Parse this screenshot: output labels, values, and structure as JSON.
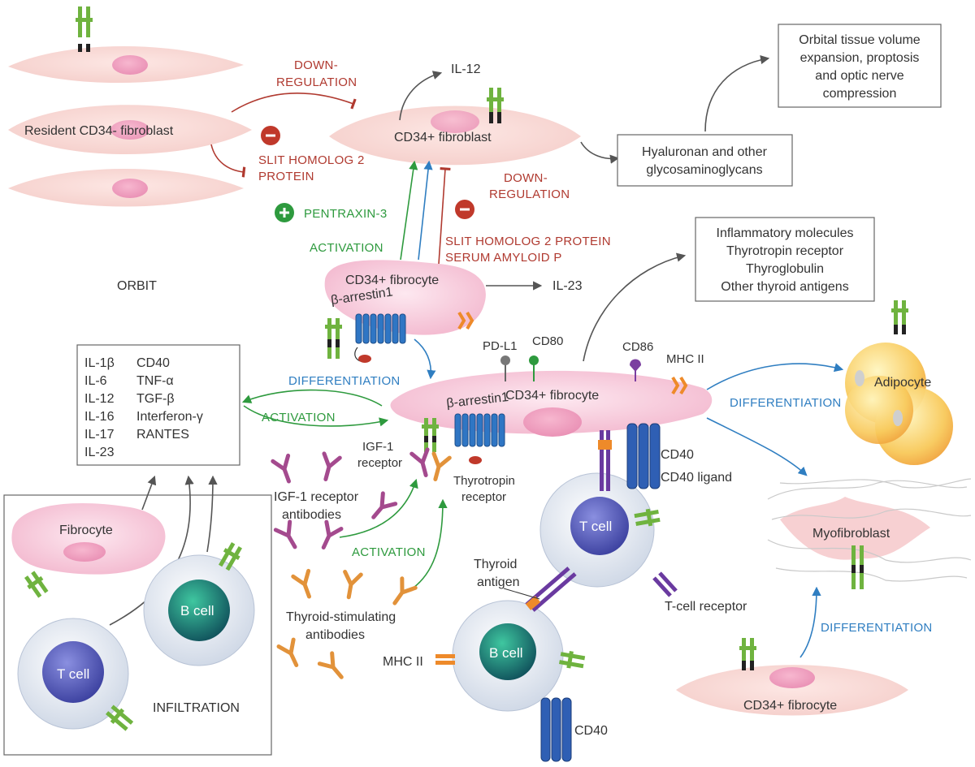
{
  "orbit": {
    "label": "ORBIT",
    "resident_fibroblast": "Resident CD34- fibroblast",
    "down_regulation_top": [
      "DOWN-",
      "REGULATION"
    ],
    "slit_top": [
      "SLIT HOMOLOG 2",
      "PROTEIN"
    ],
    "pentraxin": "PENTRAXIN-3",
    "cd34_fibroblast": "CD34+ fibroblast",
    "il12": "IL-12",
    "down_regulation_mid": [
      "DOWN-",
      "REGULATION"
    ],
    "slit_mid": [
      "SLIT HOMOLOG 2 PROTEIN",
      "SERUM AMYLOID P"
    ],
    "activation_top": "ACTIVATION",
    "fibrocyte_top": "CD34+ fibrocyte",
    "beta_arrestin_top": "β-arrestin1",
    "il23": "IL-23",
    "differentiation_left": "DIFFERENTIATION"
  },
  "outcomes": {
    "hyaluronan": [
      "Hyaluronan and other",
      "glycosaminoglycans"
    ],
    "orbital": [
      "Orbital tissue volume",
      "expansion, proptosis",
      "and optic nerve",
      "compression"
    ],
    "inflammatory": [
      "Inflammatory molecules",
      "Thyrotropin receptor",
      "Thyroglobulin",
      "Other thyroid antigens"
    ]
  },
  "cytokines": {
    "col1": [
      "IL-1β",
      "IL-6",
      "IL-12",
      "IL-16",
      "IL-17",
      "IL-23"
    ],
    "col2": [
      "CD40",
      "TNF-α",
      "TGF-β",
      "Interferon-γ",
      "RANTES"
    ]
  },
  "center": {
    "activation": "ACTIVATION",
    "fibrocyte": "CD34+ fibrocyte",
    "beta_arrestin": "β-arrestin1",
    "pdl1": "PD-L1",
    "cd80": "CD80",
    "cd86": "CD86",
    "mhc2": "MHC II",
    "igf1_receptor": [
      "IGF-1",
      "receptor"
    ],
    "thyrotropin_receptor": [
      "Thyrotropin",
      "receptor"
    ],
    "igf1_antibodies": [
      "IGF-1 receptor",
      "antibodies"
    ],
    "activation_low": "ACTIVATION",
    "tsab": [
      "Thyroid-stimulating",
      "antibodies"
    ],
    "cd40": "CD40",
    "cd40_ligand": "CD40 ligand",
    "t_cell": "T cell",
    "thyroid_antigen": [
      "Thyroid",
      "antigen"
    ],
    "t_cell_receptor": "T-cell receptor",
    "mhc2_b": "MHC II",
    "b_cell": "B cell",
    "cd40_b": "CD40"
  },
  "infiltration": {
    "fibrocyte": "Fibrocyte",
    "t_cell": "T cell",
    "b_cell": "B cell",
    "label": "INFILTRATION"
  },
  "right": {
    "differentiation_adipo": "DIFFERENTIATION",
    "adipocyte": "Adipocyte",
    "myofibroblast": "Myofibroblast",
    "differentiation_myo": "DIFFERENTIATION",
    "fibrocyte_bottom": "CD34+ fibrocyte"
  },
  "colors": {
    "red": "#b03a30",
    "green": "#2e9a3e",
    "blue": "#2f7ec1",
    "cell_pink": "#f8d5d2",
    "receptor_blue": "#2f76c4"
  }
}
